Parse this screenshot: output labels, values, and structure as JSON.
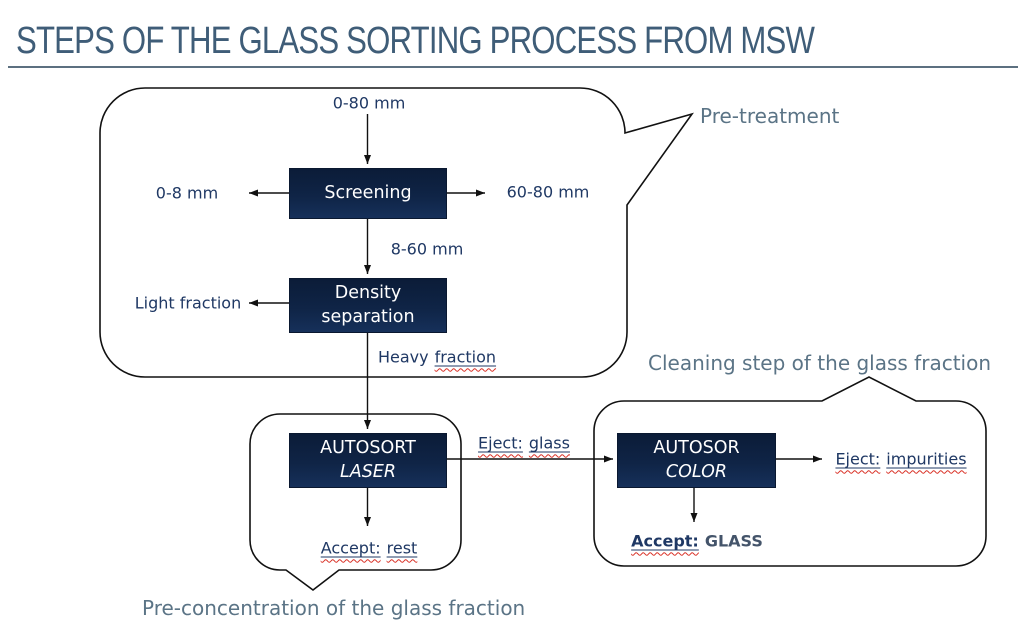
{
  "title": "STEPS OF THE GLASS SORTING PROCESS FROM MSW",
  "captions": {
    "pretreatment": "Pre-treatment",
    "cleaning_step": "Cleaning step of the glass fraction",
    "preconcentration": "Pre-concentration of the glass fraction"
  },
  "process_boxes": {
    "screening": "Screening",
    "density_line1": "Density",
    "density_line2": "separation",
    "autosort_line1": "AUTOSORT",
    "autosort_line2": "LASER",
    "autosor_line1": "AUTOSOR",
    "autosor_line2": "COLOR"
  },
  "flow_labels": {
    "input": "0-80 mm",
    "undersize": "0-8 mm",
    "oversize": "60-80 mm",
    "midsize": "8-60 mm",
    "light_fraction": "Light fraction",
    "heavy_word1": "Heavy",
    "heavy_word2": "fraction",
    "eject_glass_word1": "Eject:",
    "eject_glass_word2": "glass",
    "accept_rest_word1": "Accept:",
    "accept_rest_word2": "rest",
    "eject_impurities_word1": "Eject:",
    "eject_impurities_word2": "impurities",
    "accept_glass_word1": "Accept:",
    "accept_glass_word2": "GLASS"
  },
  "colors": {
    "box_navy": "#0e2345",
    "label_navy": "#1f3864",
    "caption_slate": "#5b7486",
    "title_blue": "#3f5d78",
    "spellcheck_red": "#d93025",
    "glass_gray": "#44546a",
    "outline_black": "#111111"
  }
}
